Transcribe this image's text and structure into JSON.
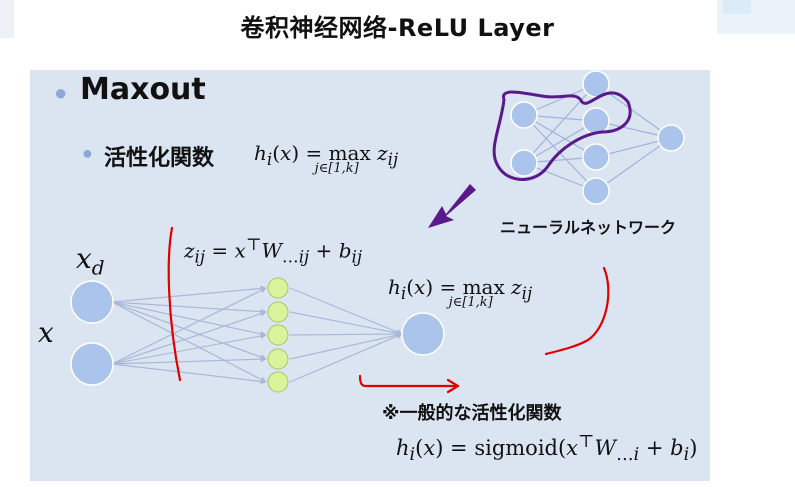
{
  "page": {
    "title": "卷积神经网络-ReLU Layer"
  },
  "slide": {
    "heading": "Maxout",
    "subheading": "活性化関数",
    "formula_top": "h_i(x) = max_{j∈[1,k]} z_ij",
    "network_label": "ニューラルネットワーク",
    "input_label_xd": "x_d",
    "input_label_x": "x",
    "formula_z": "z_ij = x^⊤ W_{…ij} + b_ij",
    "formula_h": "h_i(x) = max_{j∈[1,k]} z_ij",
    "general_label": "※一般的な活性化関数",
    "formula_sigmoid": "h_i(x) = sigmoid(x^⊤ W_{…i} + b_i)"
  },
  "colors": {
    "slide_bg": "#dbe5f1",
    "node_blue": "#aac4ec",
    "node_green": "#d9f39a",
    "arrow_purple": "#5a1a8c",
    "annotation_red": "#e00000",
    "bullet": "#8aa9d6"
  }
}
